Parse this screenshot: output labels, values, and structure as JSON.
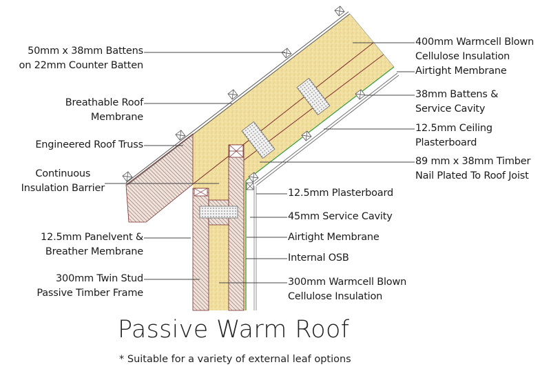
{
  "title": "Passive Warm Roof",
  "footnote": "* Suitable for a variety of external leaf options",
  "colors": {
    "insulation": "#f1dfa0",
    "timber_outline": "#7a2b2b",
    "membrane_green": "#2f9a3a"
  },
  "labels_left": [
    {
      "lines": [
        "50mm x 38mm Battens",
        "on 22mm Counter Batten"
      ]
    },
    {
      "lines": [
        "Breathable Roof",
        "Membrane"
      ]
    },
    {
      "lines": [
        "Engineered Roof Truss"
      ]
    },
    {
      "lines": [
        "Continuous",
        "Insulation Barrier"
      ]
    },
    {
      "lines": [
        "12.5mm Panelvent &",
        "Breather Membrane"
      ]
    },
    {
      "lines": [
        "300mm Twin Stud",
        "Passive Timber Frame"
      ]
    }
  ],
  "labels_right": [
    {
      "lines": [
        "400mm Warmcell Blown",
        "Cellulose Insulation"
      ]
    },
    {
      "lines": [
        "Airtight Membrane"
      ]
    },
    {
      "lines": [
        "38mm Battens &",
        "Service Cavity"
      ]
    },
    {
      "lines": [
        "12.5mm Ceiling",
        "Plasterboard"
      ]
    },
    {
      "lines": [
        "89 mm x 38mm Timber",
        "Nail Plated To Roof Joist"
      ]
    },
    {
      "lines": [
        "12.5mm Plasterboard"
      ]
    },
    {
      "lines": [
        "45mm Service Cavity"
      ]
    },
    {
      "lines": [
        "Airtight Membrane"
      ]
    },
    {
      "lines": [
        "Internal OSB"
      ]
    },
    {
      "lines": [
        "300mm Warmcell Blown",
        "Cellulose Insulation"
      ]
    }
  ]
}
